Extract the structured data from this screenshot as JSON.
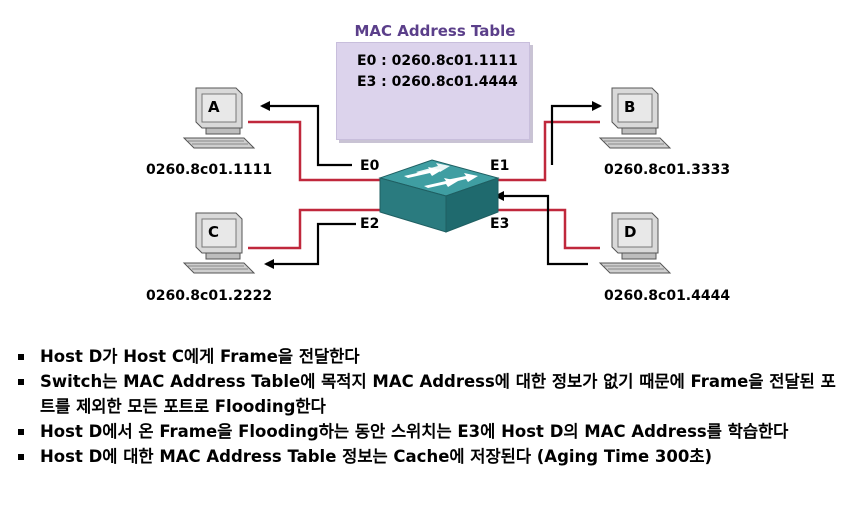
{
  "mac_table": {
    "title": "MAC Address Table",
    "entries": [
      "E0 : 0260.8c01.1111",
      "E3 : 0260.8c01.4444"
    ]
  },
  "hosts": [
    {
      "letter": "A",
      "mac": "0260.8c01.1111"
    },
    {
      "letter": "B",
      "mac": "0260.8c01.3333"
    },
    {
      "letter": "C",
      "mac": "0260.8c01.2222"
    },
    {
      "letter": "D",
      "mac": "0260.8c01.4444"
    }
  ],
  "ports": [
    "E0",
    "E1",
    "E2",
    "E3"
  ],
  "bullets": [
    "Host D가 Host C에게 Frame을 전달한다",
    "Switch는 MAC Address Table에 목적지 MAC Address에 대한 정보가 없기 때문에 Frame을 전달된 포트를 제외한 모든 포트로 Flooding한다",
    "Host D에서 온 Frame을 Flooding하는 동안 스위치는 E3에 Host D의 MAC Address를 학습한다",
    "Host D에 대한 MAC Address Table 정보는 Cache에 저장된다 (Aging Time 300초)"
  ],
  "colors": {
    "link": "#c0283c",
    "switch": "#2e8a8e",
    "table_bg": "#dcd3ec",
    "title": "#5b3f8a"
  }
}
